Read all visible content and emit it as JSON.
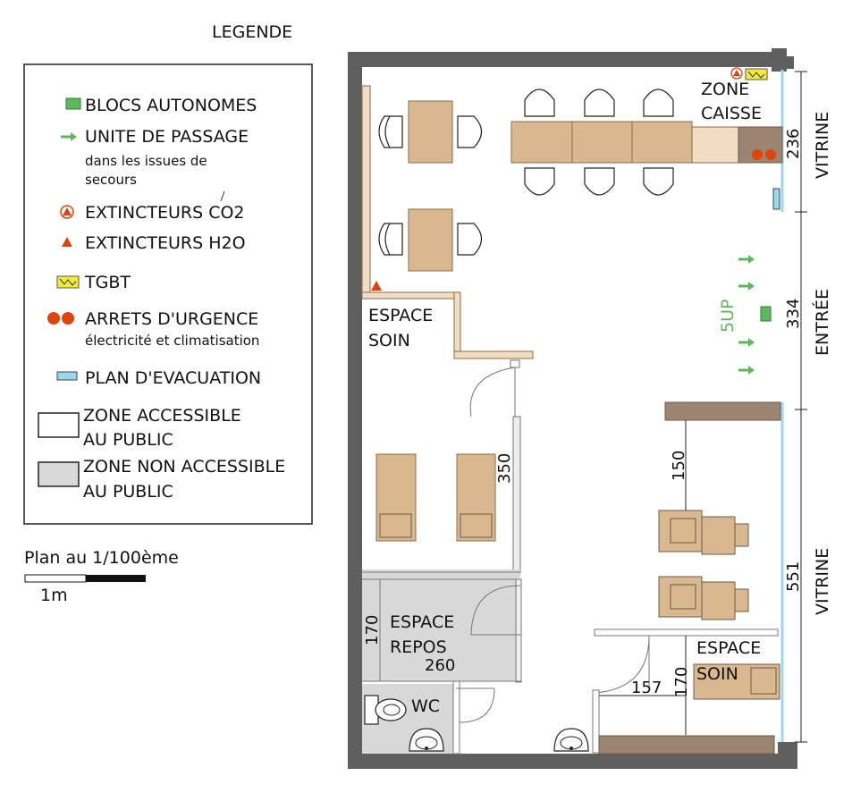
{
  "legend": {
    "title": "LEGENDE",
    "items": {
      "blocs": "BLOCS AUTONOMES",
      "unite": "UNITE DE PASSAGE",
      "unite_sub1": "dans les issues de",
      "unite_sub2": "secours",
      "co2": "EXTINCTEURS CO2",
      "h2o": "EXTINCTEURS H2O",
      "tgbt": "TGBT",
      "arrets": "ARRETS D'URGENCE",
      "arrets_sub": "électricité et climatisation",
      "plan": "PLAN D'EVACUATION",
      "zone_pub1": "ZONE ACCESSIBLE",
      "zone_pub2": "AU PUBLIC",
      "zone_non1": "ZONE NON ACCESSIBLE",
      "zone_non2": "AU PUBLIC"
    }
  },
  "scale": {
    "label": "Plan au 1/100ème",
    "unit": "1m"
  },
  "rooms": {
    "caisse1": "ZONE",
    "caisse2": "CAISSE",
    "soin_top1": "ESPACE",
    "soin_top2": "SOIN",
    "repos1": "ESPACE",
    "repos2": "REPOS",
    "wc": "WC",
    "soin_bot1": "ESPACE",
    "soin_bot2": "SOIN"
  },
  "dimensions": {
    "d236": "236",
    "d334": "334",
    "d551": "551",
    "d350": "350",
    "d150": "150",
    "d170a": "170",
    "d260": "260",
    "d157": "157",
    "d170b": "170"
  },
  "facade": {
    "vitrine_top": "VITRINE",
    "entree": "ENTRÉE",
    "vitrine_bottom": "VITRINE"
  },
  "exit_units": "5UP",
  "colors": {
    "wall": "#5f5f5f",
    "furniture": "#d9b88f",
    "furniture_stroke": "#8b6b48",
    "private_zone": "#d8d8d8",
    "green": "#5cb85c",
    "red": "#e0440e",
    "yellow": "#f5e93a",
    "blue": "#9ad8ef",
    "brown": "#9c8570"
  }
}
